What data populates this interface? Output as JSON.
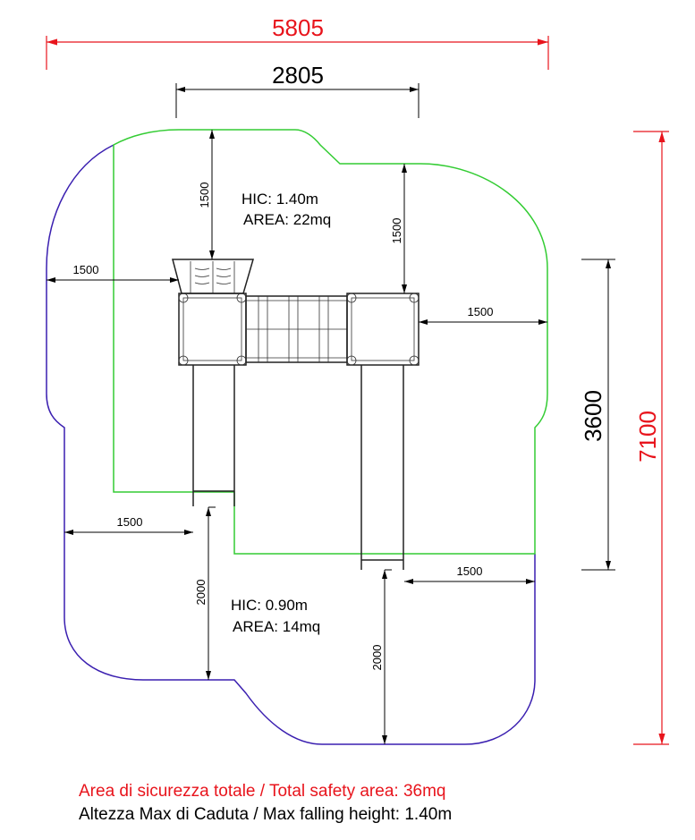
{
  "dimensions": {
    "total_width": "5805",
    "structure_width": "2805",
    "total_depth": "7100",
    "structure_depth": "3600",
    "top_clearance_left": "1500",
    "top_clearance_right": "1500",
    "side_clearance_left": "1500",
    "side_clearance_right": "1500",
    "slide_side_left": "1500",
    "slide_side_right": "1500",
    "slide_exit_left": "2000",
    "slide_exit_right": "2000"
  },
  "zones": {
    "upper": {
      "hic": "HIC: 1.40m",
      "area": "AREA: 22mq"
    },
    "lower": {
      "hic": "HIC: 0.90m",
      "area": "AREA: 14mq"
    }
  },
  "footer": {
    "total_area": "Area di sicurezza totale / Total safety area: 36mq",
    "max_height": "Altezza Max di Caduta / Max falling height: 1.40m"
  },
  "colors": {
    "upper_zone": "#33cc33",
    "lower_zone": "#3a1fb0",
    "overall_dim": "#e8141c"
  }
}
